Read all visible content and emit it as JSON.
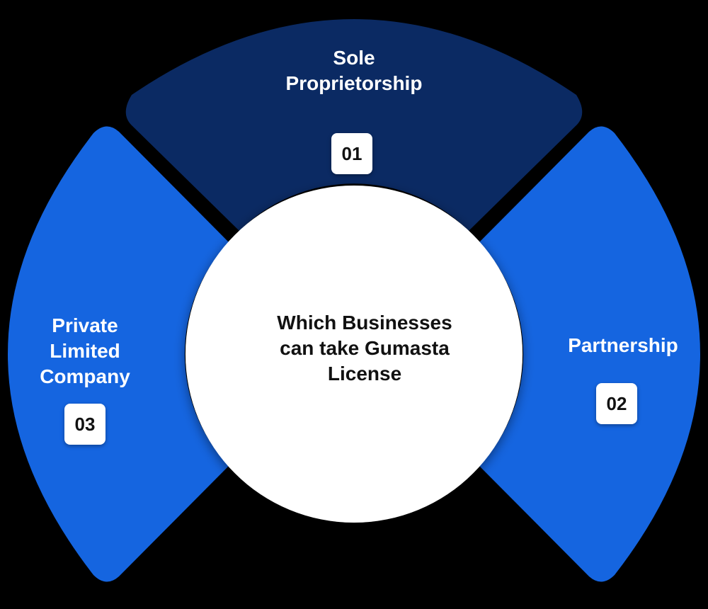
{
  "colors": {
    "background": "#000000",
    "segment_top": "#0b2a63",
    "segment_sides": "#1565e0",
    "center_circle": "#ffffff",
    "badge_bg": "#ffffff",
    "badge_text": "#111111",
    "label_text": "#ffffff",
    "center_text": "#111111"
  },
  "center": {
    "title_lines": [
      "Which Businesses",
      "can take Gumasta",
      "License"
    ]
  },
  "segments": [
    {
      "number": "01",
      "label_lines": [
        "Sole",
        "Proprietorship"
      ]
    },
    {
      "number": "02",
      "label_lines": [
        "Partnership"
      ]
    },
    {
      "number": "03",
      "label_lines": [
        "Private",
        "Limited",
        "Company"
      ]
    }
  ]
}
